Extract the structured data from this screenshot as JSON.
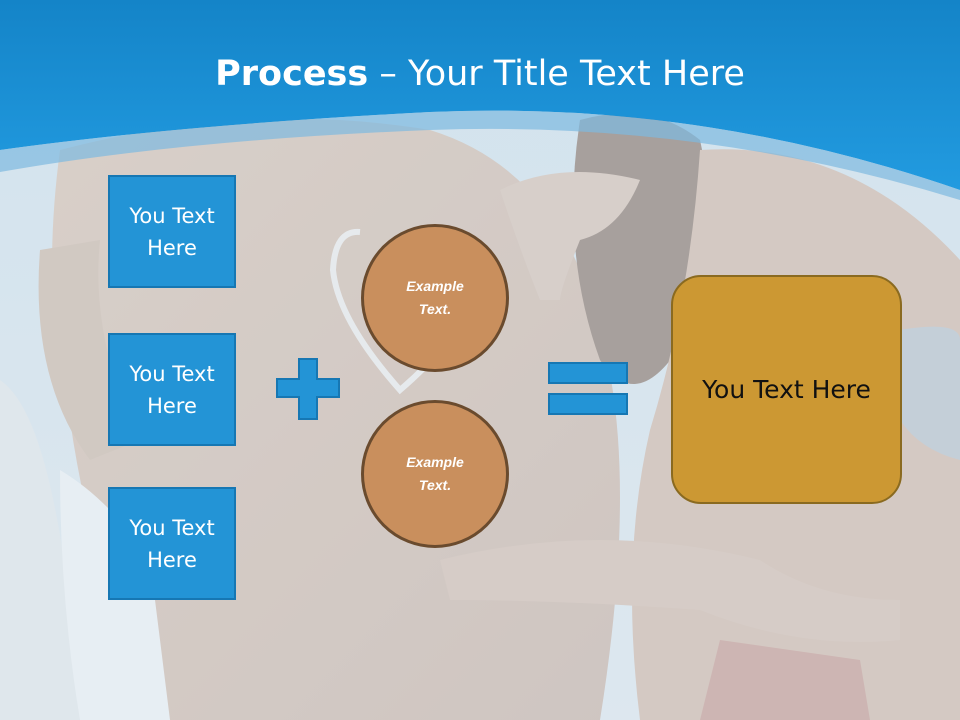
{
  "title": {
    "bold": "Process",
    "separator": " – ",
    "rest": "Your Title Text Here"
  },
  "inputs": [
    {
      "label": "You Text Here"
    },
    {
      "label": "You Text Here"
    },
    {
      "label": "You Text Here"
    }
  ],
  "operators": {
    "plus": "plus-icon",
    "equals": "equals-icon"
  },
  "circles": [
    {
      "label": "Example Text."
    },
    {
      "label": "Example Text."
    }
  ],
  "result": {
    "label": "You Text Here"
  },
  "colors": {
    "header_blue": "#1a8fd6",
    "box_blue": "#2394d6",
    "circle_brown": "#c98f5d",
    "result_gold": "#cc9833"
  }
}
